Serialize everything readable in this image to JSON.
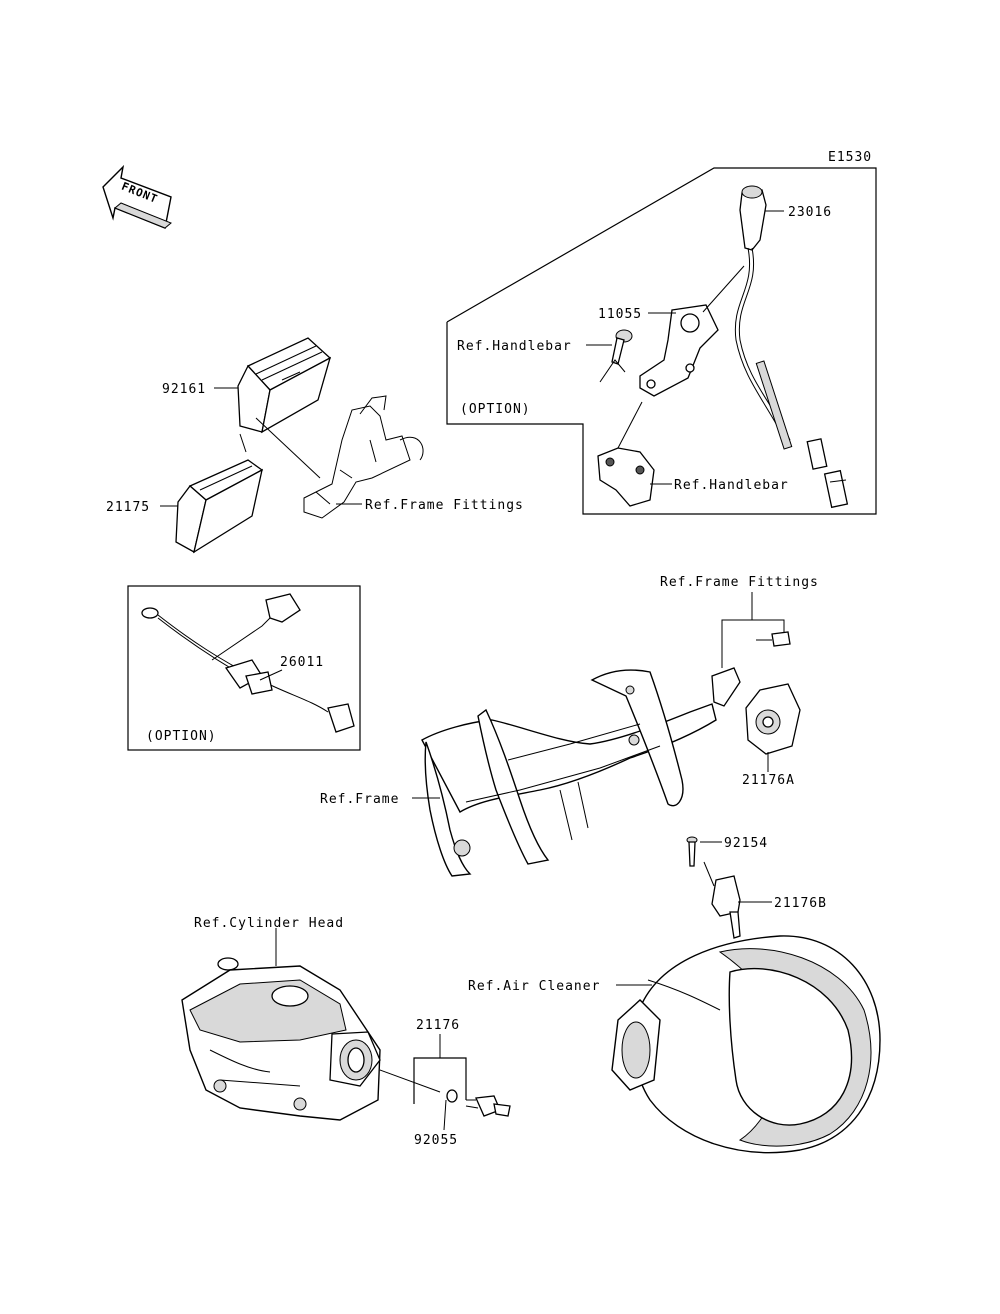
{
  "diagram_code": "E1530",
  "front_label": "FRONT",
  "labels": {
    "p23016": "23016",
    "p11055": "11055",
    "ref_handlebar_top": "Ref.Handlebar",
    "option_top": "(OPTION)",
    "ref_handlebar_bottom": "Ref.Handlebar",
    "p92161": "92161",
    "p21175": "21175",
    "ref_frame_fittings_1": "Ref.Frame Fittings",
    "ref_frame_fittings_2": "Ref.Frame Fittings",
    "p26011": "26011",
    "option_left": "(OPTION)",
    "p21176A": "21176A",
    "ref_frame": "Ref.Frame",
    "p92154": "92154",
    "p21176B": "21176B",
    "ref_cylinder_head": "Ref.Cylinder Head",
    "ref_air_cleaner": "Ref.Air Cleaner",
    "p21176": "21176",
    "p92055": "92055"
  }
}
